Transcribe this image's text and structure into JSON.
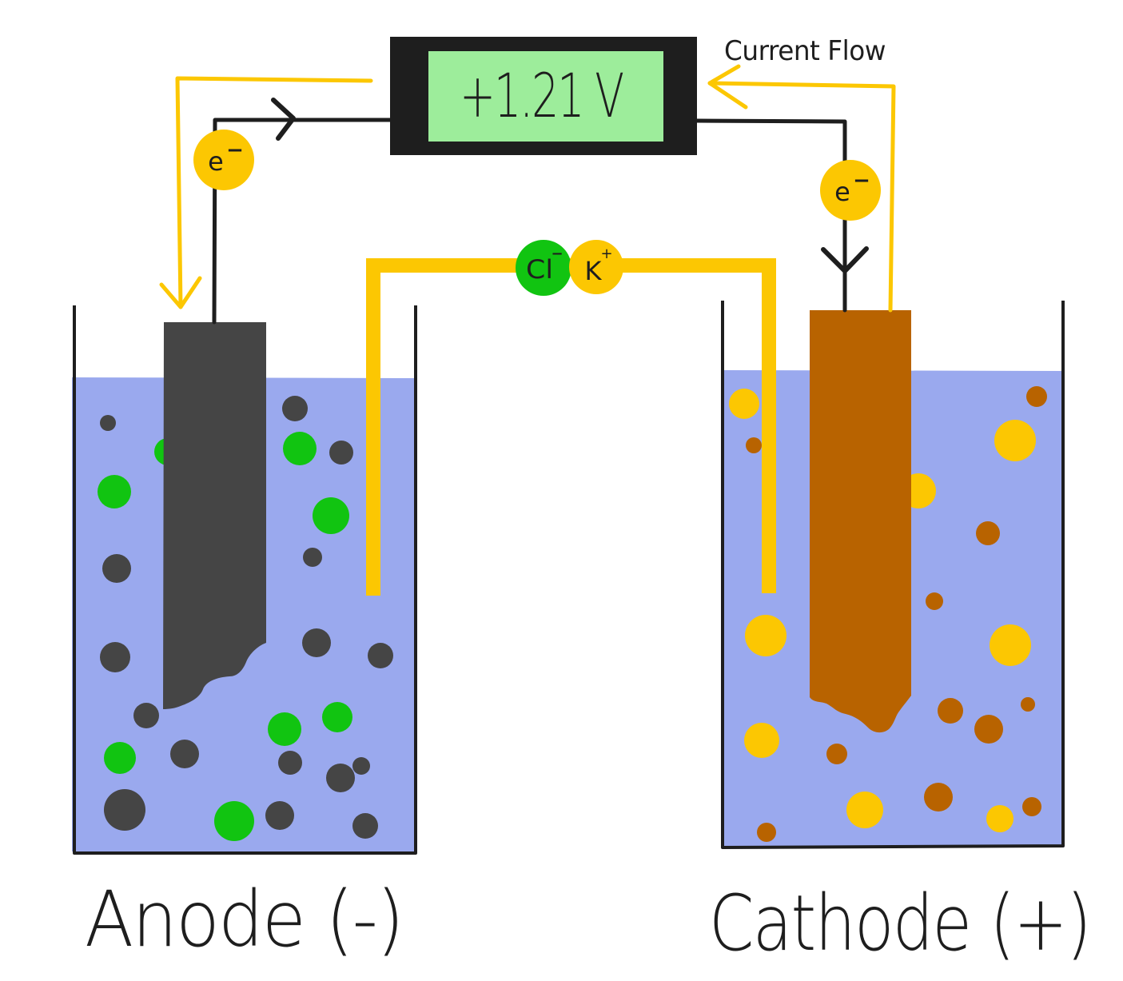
{
  "voltmeter": {
    "reading": "+1.21 V"
  },
  "current_flow_label": "Current Flow",
  "electron_labels": [
    {
      "symbol": "e",
      "charge": "−"
    },
    {
      "symbol": "e",
      "charge": "−"
    }
  ],
  "salt_bridge_ions": [
    {
      "symbol": "Cl",
      "charge": "−",
      "color": "#11c411"
    },
    {
      "symbol": "K",
      "charge": "+",
      "color": "#fcc702"
    }
  ],
  "anode": {
    "label": "Anode (-)"
  },
  "cathode": {
    "label": "Cathode (+)"
  },
  "colors": {
    "electrolyte": "#9aa9ee",
    "wire": "#1e1e1e",
    "current_flow": "#fcc702",
    "salt_bridge": "#fcc702",
    "anode_electrode": "#454545",
    "cathode_electrode": "#b86300",
    "voltmeter_screen": "#9ded9b",
    "voltmeter_frame": "#1e1e1e",
    "zinc_particle": "#454545",
    "chloride_particle": "#11c411",
    "potassium_particle": "#fcc702",
    "copper_particle": "#b86300"
  }
}
